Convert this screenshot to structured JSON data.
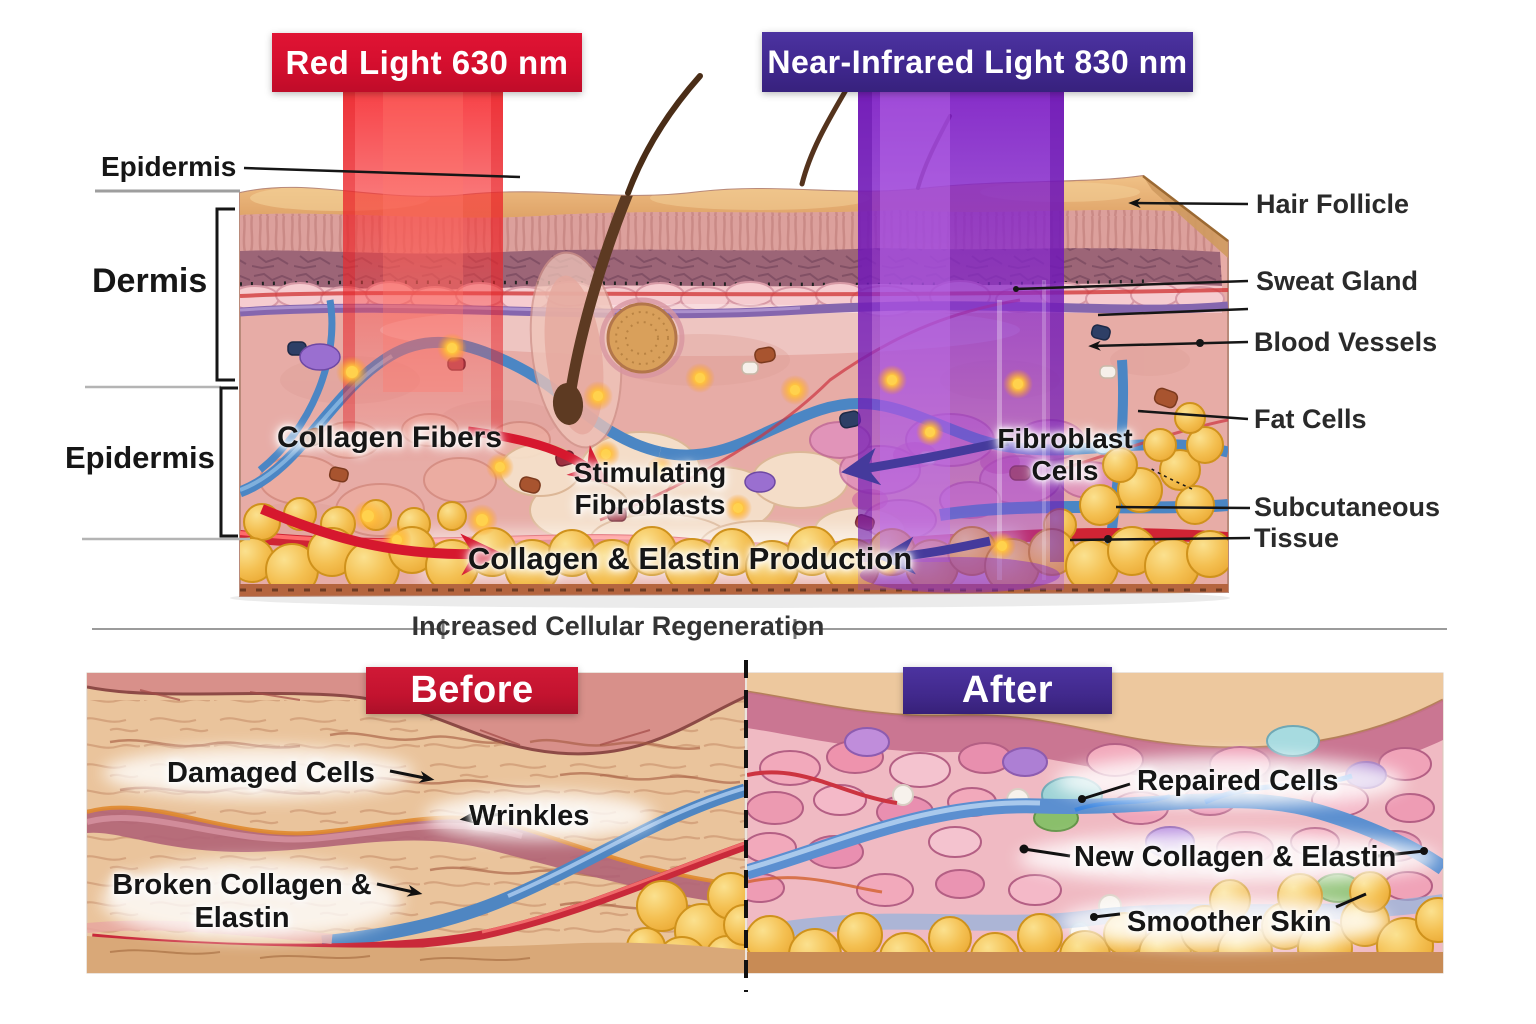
{
  "header": {
    "red_banner": "Red Light 630 nm",
    "nir_banner": "Near-Infrared Light 830 nm"
  },
  "skin_diagram": {
    "left_labels": {
      "epidermis_top": "Epidermis",
      "dermis": "Dermis",
      "epidermis_bottom": "Epidermis"
    },
    "right_labels": {
      "hair_follicle": "Hair Follicle",
      "sweat_gland": "Sweat Gland",
      "blood_vessels": "Blood Vessels",
      "fat_cells": "Fat Cells",
      "subcutaneous_tissue": "Subcutaneous Tissue"
    },
    "inner_labels": {
      "collagen_fibers": "Collagen Fibers",
      "stimulating_fibroblasts": "Stimulating Fibroblasts",
      "fibroblast_cells": "Fibroblast Cells",
      "collagen_elastin_production": "Collagen & Elastin Production"
    }
  },
  "divider": {
    "caption": "Increased Cellular Regeneration"
  },
  "comparison": {
    "before": {
      "banner": "Before",
      "labels": {
        "damaged_cells": "Damaged Cells",
        "wrinkles": "Wrinkles",
        "broken_collagen": "Broken Collagen & Elastin"
      }
    },
    "after": {
      "banner": "After",
      "labels": {
        "repaired_cells": "Repaired Cells",
        "new_collagen": "New Collagen & Elastin",
        "smoother_skin": "Smoother Skin"
      }
    }
  },
  "colors": {
    "red_banner": "#d40e2e",
    "nir_banner": "#40288f",
    "before_banner": "#c3132f",
    "after_banner": "#41298c",
    "red_beam": "#f42828",
    "nir_beam": "#8a2cd0",
    "fat_yellow": "#f3bd45",
    "vessel_blue": "#4f86c2",
    "vessel_red": "#c9293a"
  }
}
